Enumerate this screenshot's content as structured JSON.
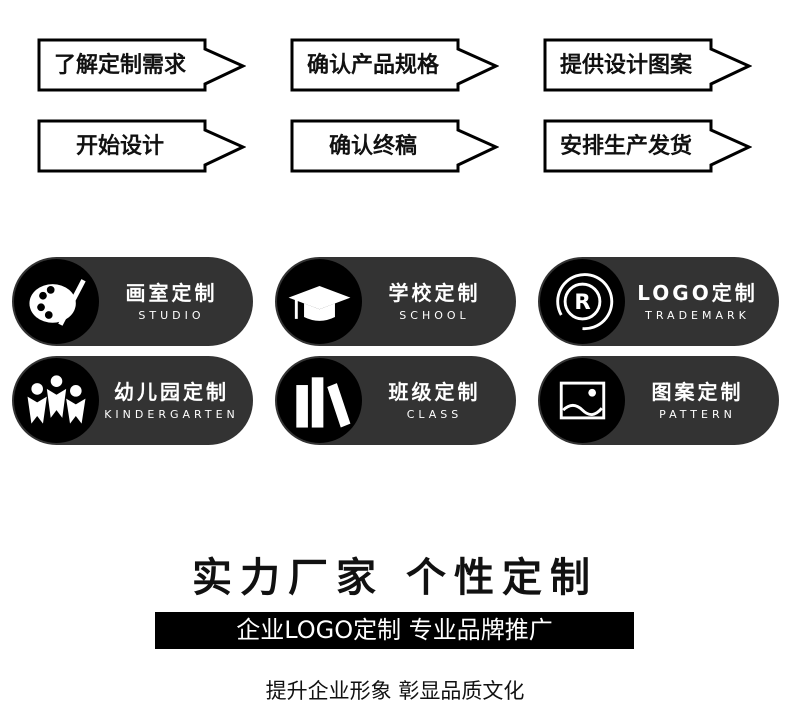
{
  "steps": [
    "了解定制需求",
    "确认产品规格",
    "提供设计图案",
    "开始设计",
    "确认终稿",
    "安排生产发货"
  ],
  "categories": [
    {
      "cn": "画室定制",
      "en": "STUDIO",
      "icon": "palette-icon"
    },
    {
      "cn": "学校定制",
      "en": "SCHOOL",
      "icon": "graduation-cap-icon"
    },
    {
      "cn": "LOGO定制",
      "en": "TRADEMARK",
      "icon": "registered-trademark-icon"
    },
    {
      "cn": "幼儿园定制",
      "en": "KINDERGARTEN",
      "icon": "children-icon"
    },
    {
      "cn": "班级定制",
      "en": "CLASS",
      "icon": "books-icon"
    },
    {
      "cn": "图案定制",
      "en": "PATTERN",
      "icon": "picture-icon"
    }
  ],
  "headline": "实力厂家 个性定制",
  "banner": "企业LOGO定制 专业品牌推广",
  "subtitle": "提升企业形象 彰显品质文化"
}
